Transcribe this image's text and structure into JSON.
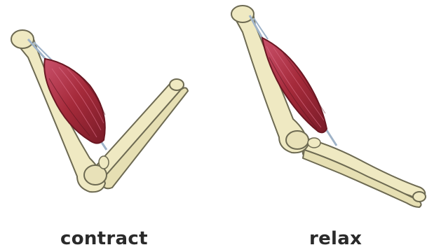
{
  "panels": [
    {
      "id": "contract",
      "label": "contract"
    },
    {
      "id": "relax",
      "label": "relax"
    }
  ],
  "colors": {
    "bone_fill": "#efe9c2",
    "bone_stroke": "#6d6a52",
    "muscle_fill": "#a52a3a",
    "muscle_dark": "#7a1c28",
    "muscle_light": "#c9506a",
    "tendon": "#9fb3c8"
  }
}
